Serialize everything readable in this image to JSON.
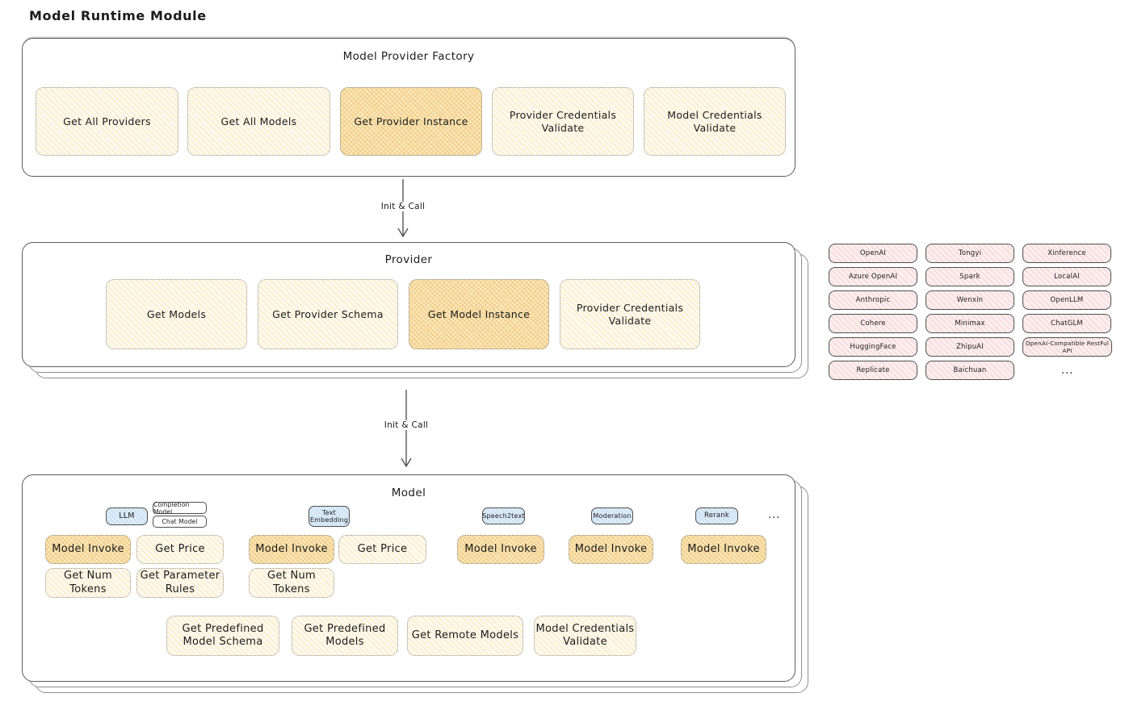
{
  "page": {
    "title": "Model Runtime Module"
  },
  "colors": {
    "yellow_fill": "#fdf9ec",
    "yellow_highlight": "#f9e7ba",
    "pink_fill": "#fdeeee",
    "blue_fill": "#ddecf9",
    "panel_border": "#5c5c5c"
  },
  "arrows": {
    "factory_to_provider": "Init & Call",
    "provider_to_model": "Init & Call"
  },
  "factory": {
    "title": "Model Provider Factory",
    "boxes": [
      {
        "label": "Get All Providers",
        "highlight": false
      },
      {
        "label": "Get All Models",
        "highlight": false
      },
      {
        "label": "Get Provider Instance",
        "highlight": true
      },
      {
        "label": "Provider Credentials Validate",
        "highlight": false
      },
      {
        "label": "Model Credentials Validate",
        "highlight": false
      }
    ]
  },
  "provider": {
    "title": "Provider",
    "boxes": [
      {
        "label": "Get Models",
        "highlight": false
      },
      {
        "label": "Get Provider Schema",
        "highlight": false
      },
      {
        "label": "Get Model Instance",
        "highlight": true
      },
      {
        "label": "Provider Credentials Validate",
        "highlight": false
      }
    ]
  },
  "model": {
    "title": "Model",
    "types": {
      "llm": "LLM",
      "completion": "Completion Model",
      "chat": "Chat Model",
      "text_embedding": "Text Embedding",
      "speech2text": "Speech2text",
      "moderation": "Moderation",
      "rerank": "Rerank",
      "more": "..."
    },
    "llm_ops": [
      "Model Invoke",
      "Get Price",
      "Get Num Tokens",
      "Get Parameter Rules"
    ],
    "text_embedding_ops": [
      "Model Invoke",
      "Get Price",
      "Get Num Tokens"
    ],
    "speech2text_ops": [
      "Model Invoke"
    ],
    "moderation_ops": [
      "Model Invoke"
    ],
    "rerank_ops": [
      "Model Invoke"
    ],
    "common_ops": [
      "Get Predefined Model Schema",
      "Get Predefined Models",
      "Get Remote Models",
      "Model Credentials Validate"
    ]
  },
  "providers_grid": {
    "items": [
      "OpenAI",
      "Tongyi",
      "Xinference",
      "Azure OpenAI",
      "Spark",
      "LocalAI",
      "Anthropic",
      "Wenxin",
      "OpenLLM",
      "Cohere",
      "Minimax",
      "ChatGLM",
      "HuggingFace",
      "ZhipuAI",
      "OpenAI-Compatible RestFul API",
      "Replicate",
      "Baichuan"
    ],
    "more": "..."
  }
}
